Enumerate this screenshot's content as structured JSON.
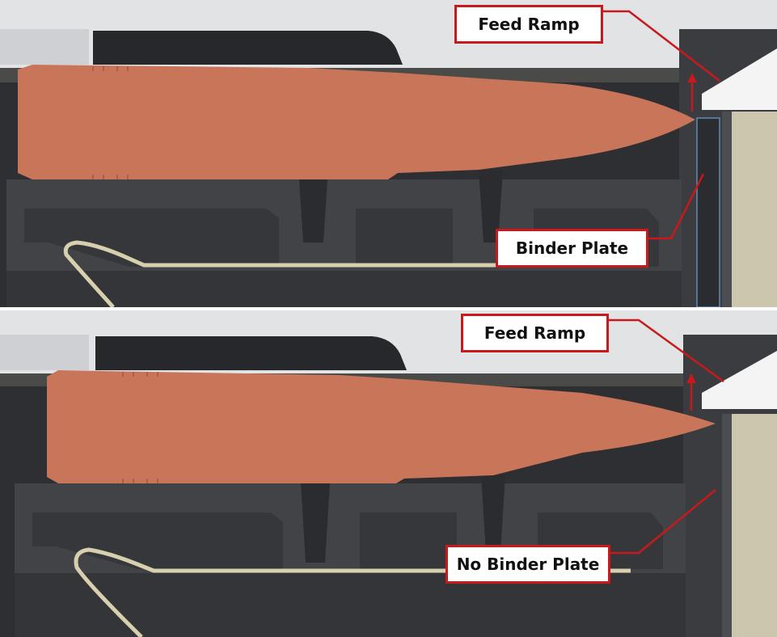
{
  "colors": {
    "cartridge": "#c97559",
    "callout_red": "#c8191c",
    "receiver_light": "#e3e4e6",
    "housing_dark": "#3b3d41",
    "spring": "#d8cfae",
    "binder_plate": "#2a2c30",
    "binder_outline": "#5f8ab8",
    "chamber_tan": "#ccc6ae"
  },
  "panels": [
    {
      "id": "with-binder-plate",
      "labels": {
        "feed_ramp": "Feed Ramp",
        "plate": "Binder Plate"
      },
      "icons": [
        "up-arrow-icon"
      ]
    },
    {
      "id": "without-binder-plate",
      "labels": {
        "feed_ramp": "Feed Ramp",
        "plate": "No Binder Plate"
      },
      "icons": [
        "up-arrow-icon"
      ]
    }
  ]
}
